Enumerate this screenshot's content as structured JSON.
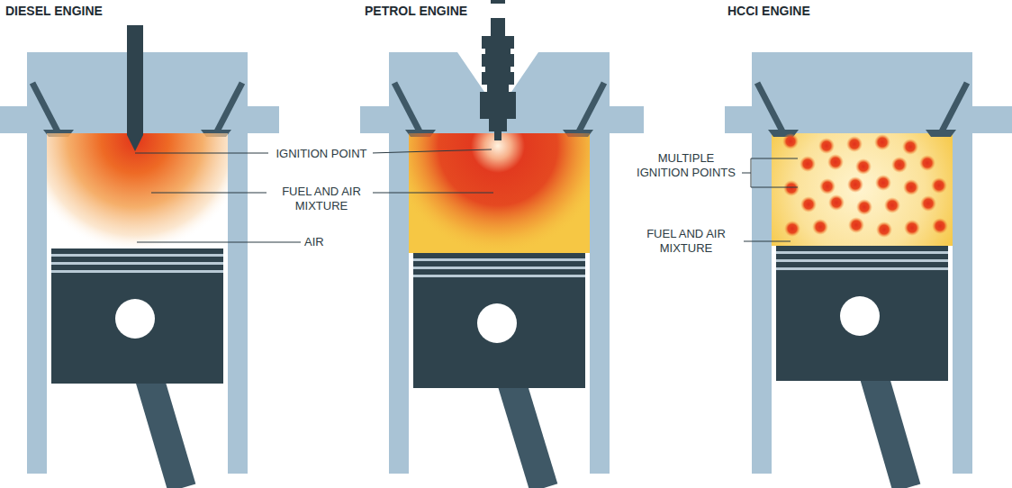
{
  "diagram": {
    "labels": [
      "DIESEL ENGINE",
      "PETROL ENGINE",
      "HCCI ENGINE",
      "IGNITION POINT",
      "FUEL AND AIR MIXTURE",
      "AIR",
      "MULTIPLE IGNITION POINTS",
      "FUEL AND AIR MIXTURE"
    ]
  }
}
